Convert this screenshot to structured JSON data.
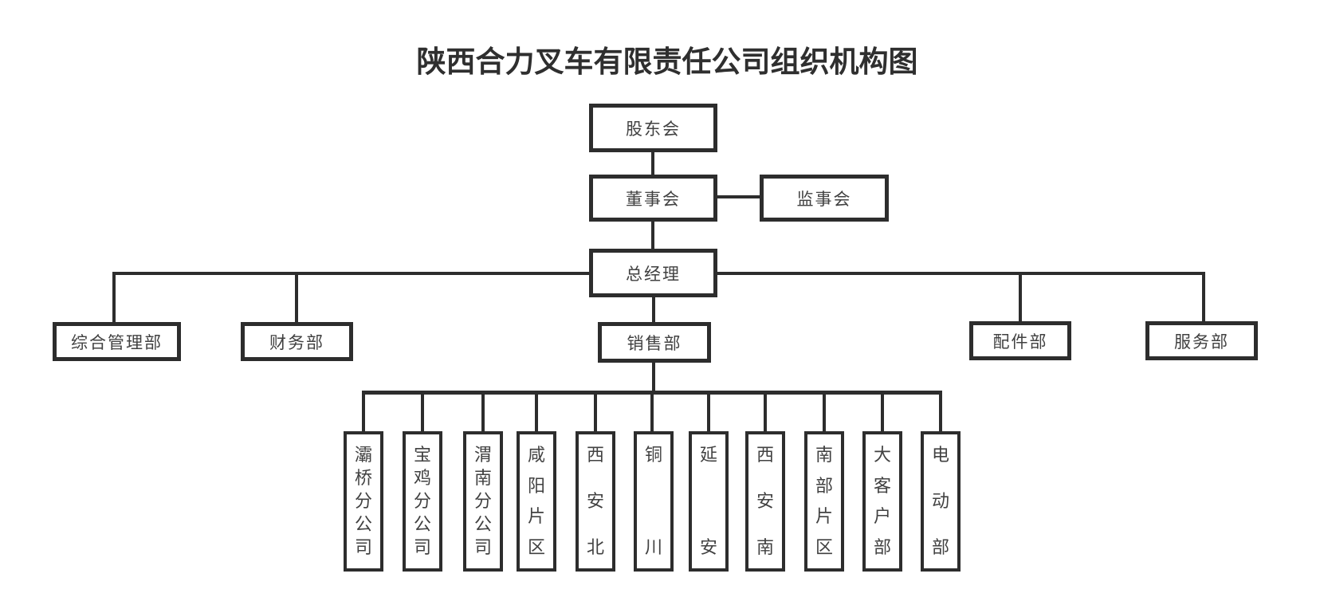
{
  "title": "陕西合力叉车有限责任公司组织机构图",
  "org": {
    "shareholders": "股东会",
    "board": "董事会",
    "supervisory_board": "监事会",
    "general_manager": "总经理",
    "departments": [
      "综合管理部",
      "财务部",
      "销售部",
      "配件部",
      "服务部"
    ],
    "sales_branches": [
      "灞桥分公司",
      "宝鸡分公司",
      "渭南分公司",
      "咸阳片区",
      "西安北",
      "铜川",
      "延安",
      "西安南",
      "南部片区",
      "大客户部",
      "电动部"
    ]
  }
}
